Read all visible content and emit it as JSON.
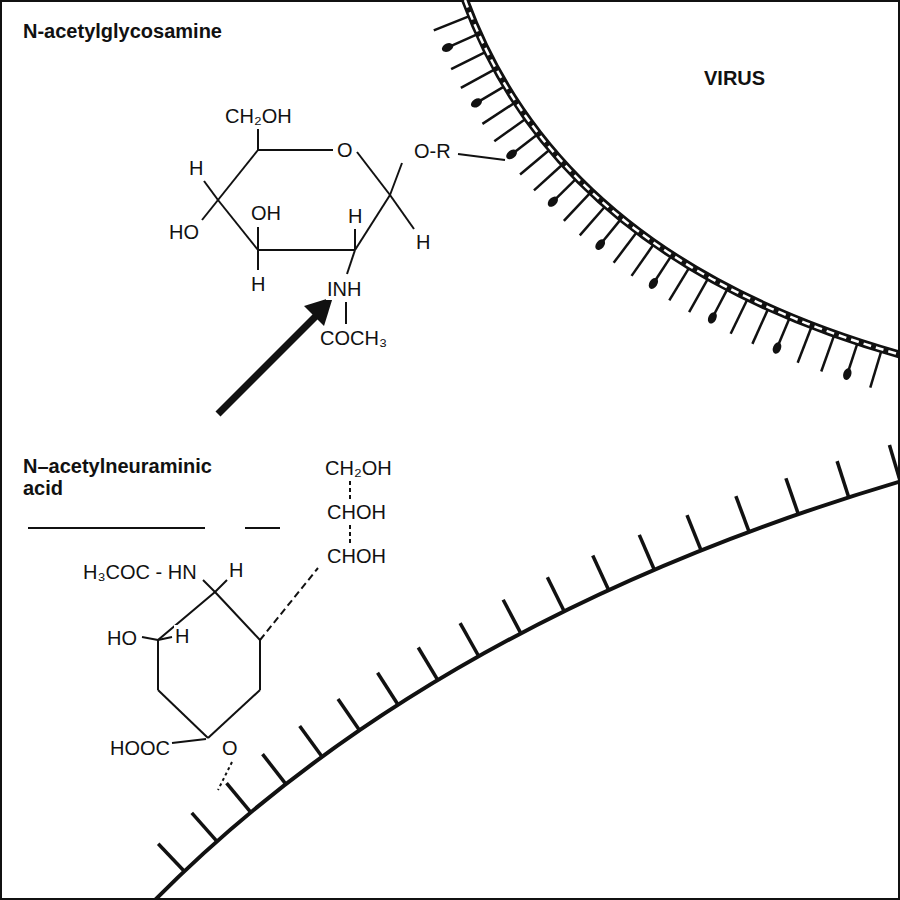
{
  "diagram": {
    "labels": [
      "N-acetylglycosamine",
      "VIRUS",
      "CH₂OH",
      "O",
      "O-R",
      "H",
      "OH",
      "H",
      "HO",
      "H",
      "H",
      "INH",
      "COCH₃",
      "N–acetylneuraminic acid",
      "CH₂OH",
      "CHOH",
      "CHOH",
      "H₃COC - HN",
      "H",
      "HO",
      "H",
      "HOOC",
      "O"
    ]
  }
}
